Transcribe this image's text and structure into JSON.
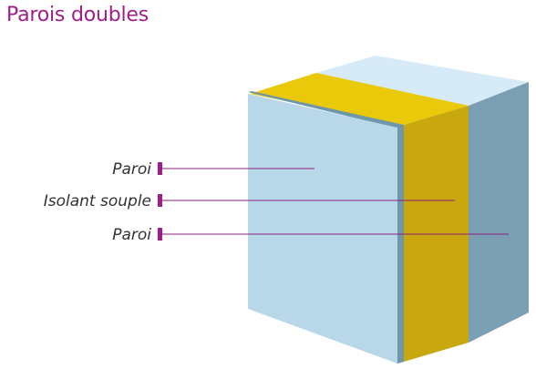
{
  "title": "Parois doubles",
  "labels": [
    {
      "id": "paroi-top",
      "text": "Paroi"
    },
    {
      "id": "isolant",
      "text": "Isolant souple"
    },
    {
      "id": "paroi-bottom",
      "text": "Paroi"
    }
  ],
  "colors": {
    "accent": "#a01e86",
    "leader_line": "#8a1f7a",
    "label_text": "#333333",
    "wall_front": "#b8d7e8",
    "wall_top": "#d6ebf7",
    "wall_side": "#7a9fb2",
    "wall_edge": "#6e97aa",
    "insulation_face": "#c9a80f",
    "insulation_top": "#eac80a"
  }
}
